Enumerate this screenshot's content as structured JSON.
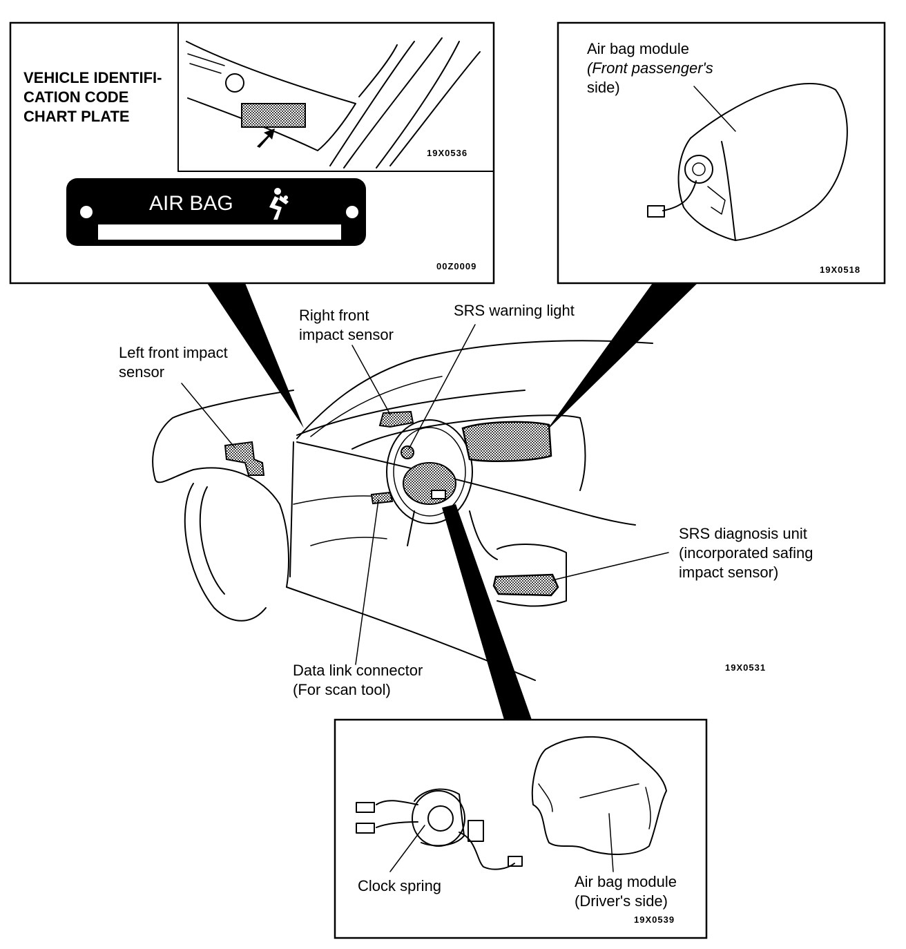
{
  "panels": {
    "vin_plate": {
      "title_lines": [
        "VEHICLE IDENTIFI-",
        "CATION CODE",
        "CHART PLATE"
      ],
      "detail_code": "19X0536",
      "plate_text": "AIR BAG",
      "plate_code": "00Z0009"
    },
    "passenger_airbag": {
      "label_lines": [
        "Air bag module",
        "(Front passenger's",
        "side)"
      ],
      "code": "19X0518"
    },
    "driver_parts": {
      "clock_spring_label": "Clock spring",
      "airbag_label_lines": [
        "Air bag module",
        "(Driver's side)"
      ],
      "code": "19X0539"
    }
  },
  "callouts": {
    "left_front_sensor": [
      "Left front impact",
      "sensor"
    ],
    "right_front_sensor": [
      "Right front",
      "impact sensor"
    ],
    "srs_warning_light": "SRS warning light",
    "srs_diagnosis_unit": [
      "SRS diagnosis unit",
      "(incorporated safing",
      "impact sensor)"
    ],
    "data_link_connector": [
      "Data link connector",
      "(For scan tool)"
    ],
    "main_code": "19X0531"
  }
}
